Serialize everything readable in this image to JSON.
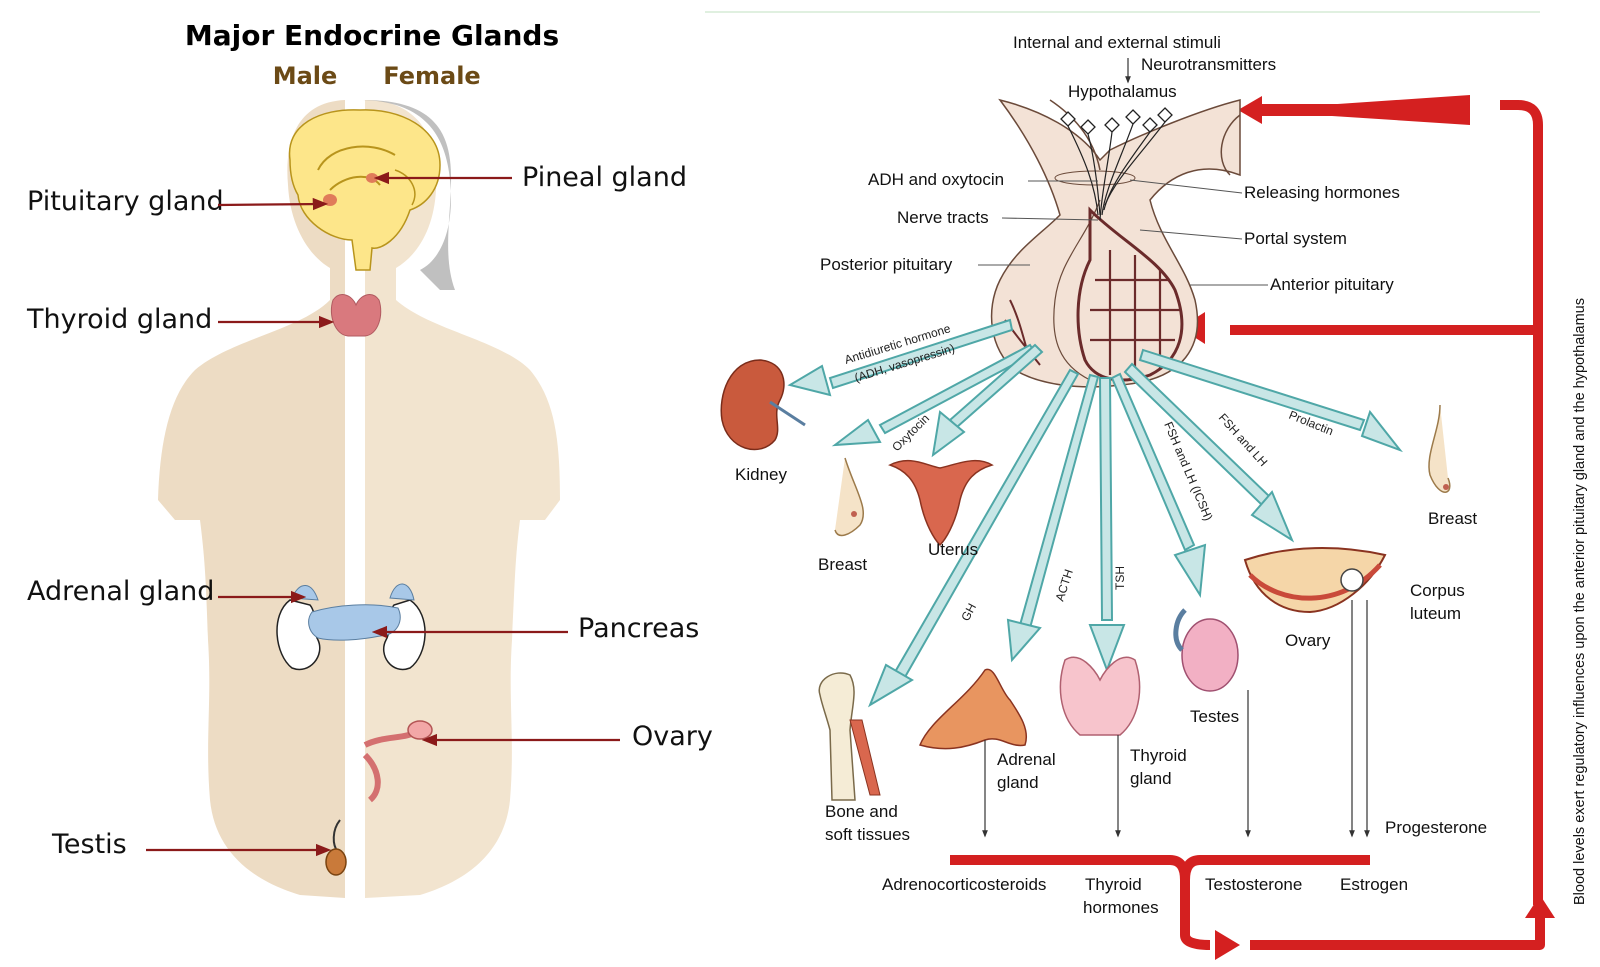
{
  "left": {
    "title": "Major Endocrine Glands",
    "male_label": "Male",
    "female_label": "Female",
    "labels": {
      "pituitary": "Pituitary gland",
      "pineal": "Pineal gland",
      "thyroid": "Thyroid gland",
      "adrenal": "Adrenal gland",
      "pancreas": "Pancreas",
      "ovary": "Ovary",
      "testis": "Testis"
    }
  },
  "right": {
    "stimuli": "Internal and external stimuli",
    "neurotransmitters": "Neurotransmitters",
    "hypothalamus": "Hypothalamus",
    "adh_oxytocin": "ADH and oxytocin",
    "releasing_hormones": "Releasing hormones",
    "nerve_tracts": "Nerve tracts",
    "portal_system": "Portal system",
    "posterior_pituitary": "Posterior pituitary",
    "anterior_pituitary": "Anterior pituitary",
    "arrows": {
      "adh_line1": "Antidiuretic hormone",
      "adh_line2": "(ADH, vasopressin)",
      "oxytocin": "Oxytocin",
      "gh": "GH",
      "acth": "ACTH",
      "tsh": "TSH",
      "fsh_lh_icsh": "FSH and LH (ICSH)",
      "fsh_lh": "FSH and LH",
      "prolactin": "Prolactin"
    },
    "targets": {
      "kidney": "Kidney",
      "breast_left": "Breast",
      "uterus": "Uterus",
      "bone_line1": "Bone and",
      "bone_line2": "soft tissues",
      "adrenal_line1": "Adrenal",
      "adrenal_line2": "gland",
      "thyroid_line1": "Thyroid",
      "thyroid_line2": "gland",
      "testes": "Testes",
      "ovary": "Ovary",
      "corpus_line1": "Corpus",
      "corpus_line2": "luteum",
      "breast_right": "Breast"
    },
    "hormones": {
      "adrenocorticosteroids": "Adrenocorticosteroids",
      "thyroid_line1": "Thyroid",
      "thyroid_line2": "hormones",
      "testosterone": "Testosterone",
      "estrogen": "Estrogen",
      "progesterone": "Progesterone"
    },
    "feedback": "Blood levels exert regulatory influences upon the anterior pituitary gland and the hypothalamus"
  },
  "colors": {
    "label_arrow": "#8b1a1a",
    "feedback_red": "#d42020",
    "hormone_teal": "#4fa7a7",
    "body_skin": "#eddcc4",
    "brain_yellow": "#fde68a",
    "pituitary_pink": "#f3e2d6",
    "vessel": "#6b2b2b"
  }
}
